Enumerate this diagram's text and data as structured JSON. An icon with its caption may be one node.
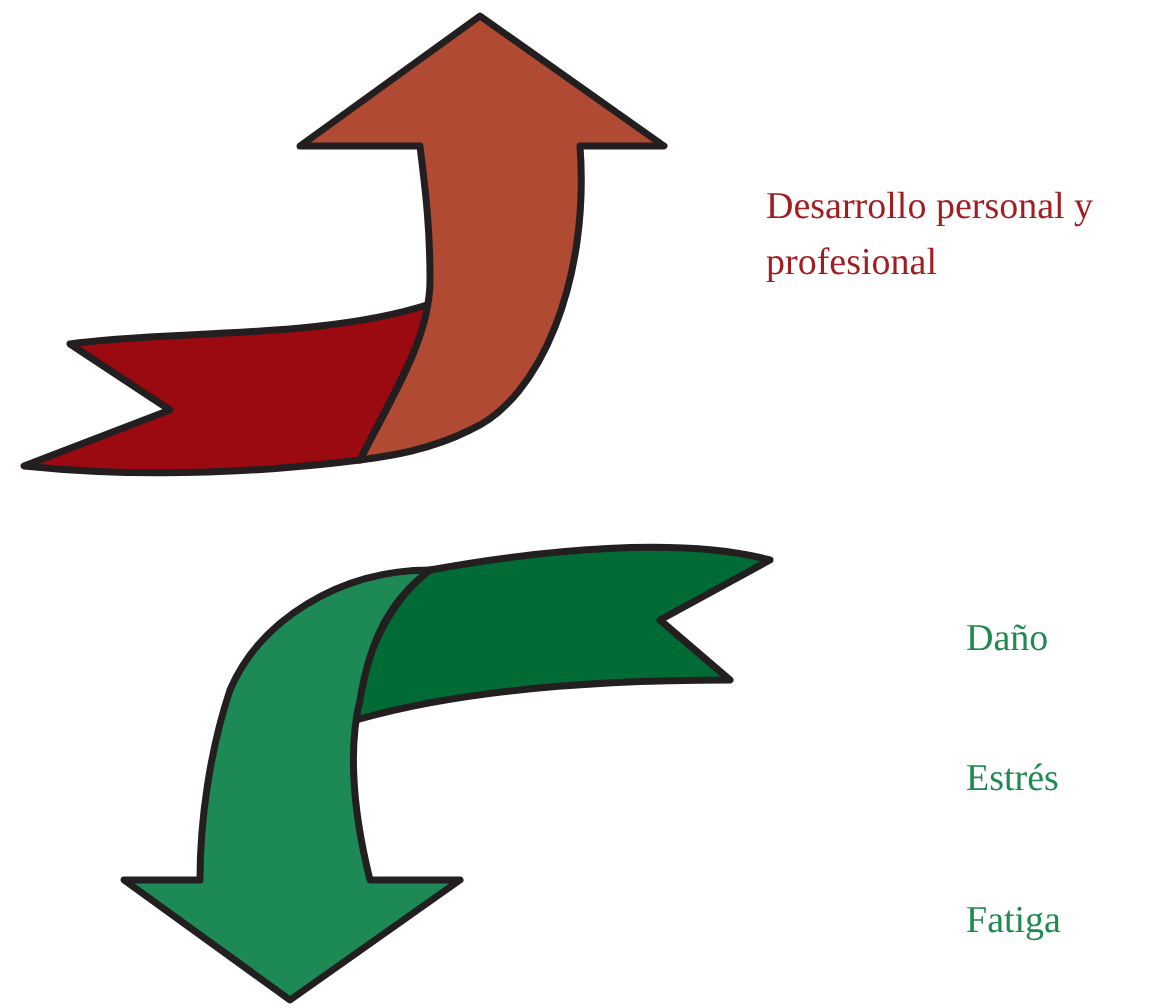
{
  "diagram": {
    "labels": [
      "Desarrollo personal y profesional",
      "Daño",
      "Estrés",
      "Fatiga"
    ]
  }
}
